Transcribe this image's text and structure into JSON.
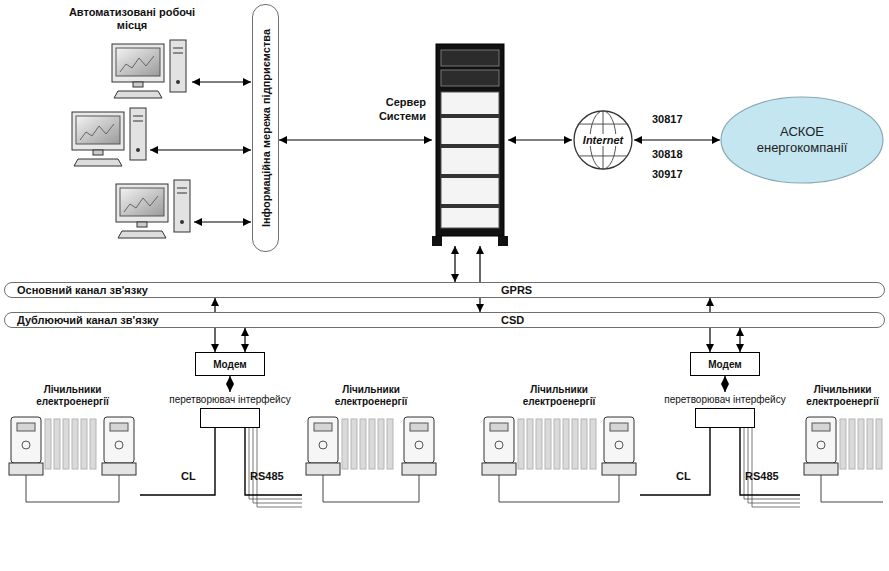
{
  "diagram": {
    "nodes": [
      {
        "text": [
          "Інформаційна мережа підприємства"
        ]
      },
      {
        "text": [
          "Сервер Системи"
        ]
      },
      {
        "text": [
          "Internet"
        ]
      },
      {
        "text": [
          "АСКОЕ енергокомпанії"
        ]
      },
      {
        "text": [
          "Основний канал зв'язку",
          "GPRS"
        ]
      },
      {
        "text": [
          "Дублюючий канал зв'язку",
          "CSD"
        ]
      },
      {
        "text": [
          "Модем"
        ]
      },
      {
        "text": [
          "Модем"
        ]
      },
      {
        "text": [
          "Лічильники електроенергії"
        ]
      },
      {
        "text": [
          "перетворювач інтерфейсу"
        ]
      },
      {
        "text": [
          "Лічильники електроенергії"
        ]
      },
      {
        "text": [
          "Лічильники електроенергії"
        ]
      },
      {
        "text": [
          "перетворювач інтерфейсу"
        ]
      },
      {
        "text": [
          "Лічильники електроенергії"
        ]
      }
    ],
    "edges": [
      {
        "from": 0,
        "to": 1,
        "arrow": "both"
      },
      {
        "from": 1,
        "to": 2,
        "arrow": "both"
      },
      {
        "from": 2,
        "to": 3,
        "arrow": "both"
      },
      {
        "from": 1,
        "to": 4,
        "arrow": "both"
      },
      {
        "from": 1,
        "to": 5,
        "arrow": "both"
      },
      {
        "from": 4,
        "to": 6,
        "arrow": "both"
      },
      {
        "from": 5,
        "to": 6,
        "arrow": "both"
      },
      {
        "from": 4,
        "to": 7,
        "arrow": "both"
      },
      {
        "from": 5,
        "to": 7,
        "arrow": "both"
      },
      {
        "from": 6,
        "to": 9,
        "arrow": "both"
      },
      {
        "from": 7,
        "to": 12,
        "arrow": "both"
      },
      {
        "from": 9,
        "to": 8,
        "arrow": "none"
      },
      {
        "from": 9,
        "to": 10,
        "arrow": "none"
      },
      {
        "from": 12,
        "to": 11,
        "arrow": "none"
      },
      {
        "from": 12,
        "to": 13,
        "arrow": "none"
      }
    ],
    "labels": [
      "Автоматизовані робочі місця",
      "30817",
      "30818",
      "30917",
      "CL",
      "RS485",
      "CL",
      "RS485"
    ]
  }
}
